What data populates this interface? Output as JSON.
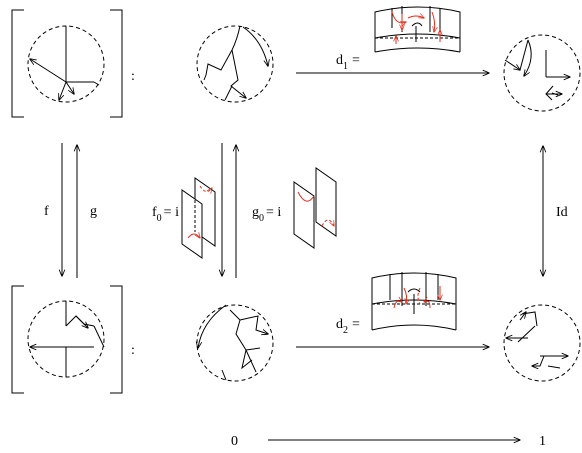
{
  "diagram": {
    "top_row": {
      "colon": ":",
      "d1_label": "d",
      "d1_sub": "1",
      "d1_eq": "="
    },
    "bottom_row": {
      "colon": ":",
      "d2_label": "d",
      "d2_sub": "2",
      "d2_eq": "="
    },
    "maps": {
      "f_label": "f",
      "g_label": "g",
      "f0_label": "f",
      "f0_sub": "0",
      "f0_eq": "= i",
      "g0_label": "g",
      "g0_sub": "0",
      "g0_eq": "= i",
      "id_label": "Id"
    },
    "interval": {
      "start": "0",
      "end": "1"
    },
    "colors": {
      "ink": "#000000",
      "accent": "#e0301e"
    }
  }
}
